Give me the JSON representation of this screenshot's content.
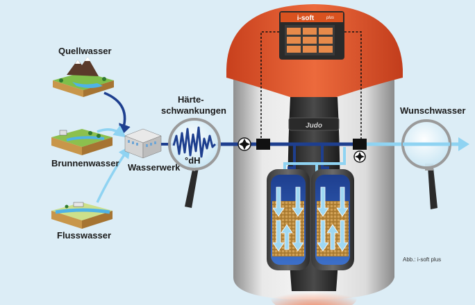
{
  "labels": {
    "quellwasser": "Quellwasser",
    "brunnenwasser": "Brunnenwasser",
    "flusswasser": "Flusswasser",
    "wasserwerk": "Wasserwerk",
    "haerte_line1": "Härte-",
    "haerte_line2": "schwankungen",
    "dh_unit": "°dH",
    "wunschwasser": "Wunschwasser"
  },
  "device": {
    "brand": "i-soft",
    "brand_suffix": "plus",
    "maker": "Judo"
  },
  "credit": "Abb.: i-soft plus",
  "colors": {
    "background": "#dcedf6",
    "hard_water": "#1e3f8f",
    "soft_water": "#8fd3f2",
    "housing_orange": "#e2562a",
    "housing_silver": "#cfcfcf",
    "resin": "#b98a3e"
  }
}
